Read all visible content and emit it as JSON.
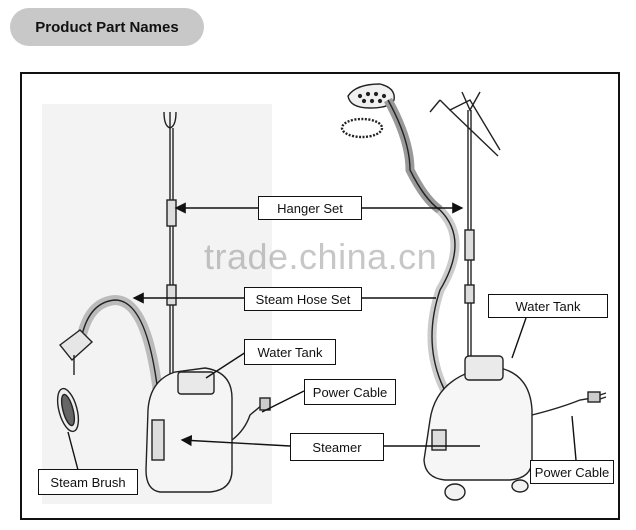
{
  "header": {
    "title": "Product Part Names"
  },
  "labels": {
    "hanger_set": "Hanger Set",
    "steam_hose_set": "Steam Hose Set",
    "water_tank_left": "Water Tank",
    "water_tank_right": "Water Tank",
    "power_cable_left": "Power Cable",
    "power_cable_right": "Power Cable",
    "steamer": "Steamer",
    "steam_brush": "Steam Brush"
  },
  "watermark": "trade.china.cn",
  "colors": {
    "header_bg": "#c8c8c8",
    "line": "#111111"
  }
}
